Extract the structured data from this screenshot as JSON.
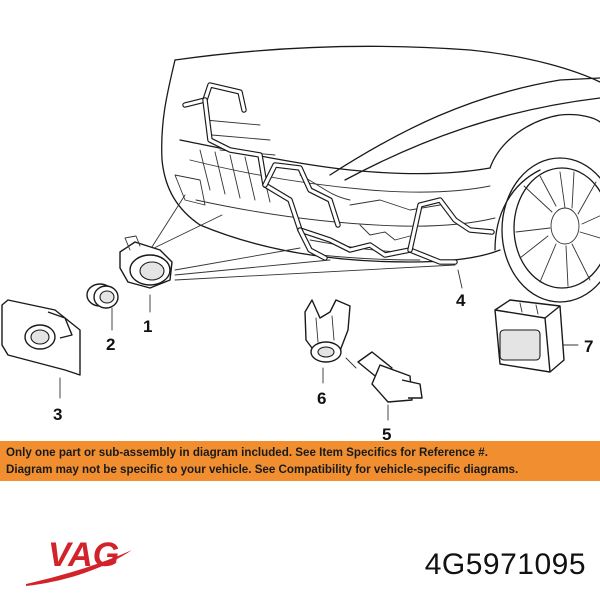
{
  "diagram": {
    "callouts": [
      {
        "label": "1"
      },
      {
        "label": "2"
      },
      {
        "label": "3"
      },
      {
        "label": "4"
      },
      {
        "label": "5"
      },
      {
        "label": "6"
      },
      {
        "label": "7"
      }
    ]
  },
  "notice": {
    "line1": "Only one part or sub-assembly in diagram included. See Item Specifics for Reference #.",
    "line2": "Diagram may not be specific to your vehicle. See Compatibility for vehicle-specific diagrams."
  },
  "brand": {
    "logo_text": "VAG",
    "logo_color": "#d2232a"
  },
  "part_number": "4G5971095",
  "colors": {
    "notice_background": "#f08e30"
  }
}
